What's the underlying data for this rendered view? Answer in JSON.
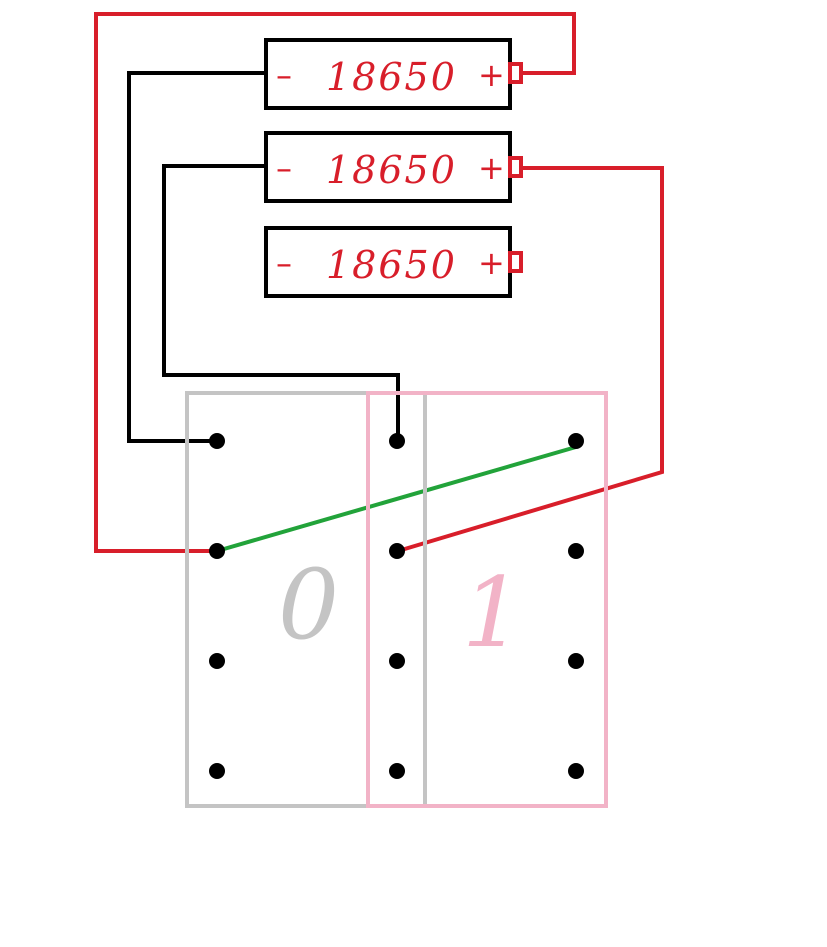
{
  "colors": {
    "battery_outline": "#000000",
    "battery_text": "#d81e2a",
    "terminal": "#d81e2a",
    "red_wire": "#d81e2a",
    "black_wire": "#000000",
    "green_wire": "#22a33a",
    "switch_left_outline": "#c4c4c4",
    "switch_right_outline": "#f2b3c7",
    "label_0": "#c4c4c4",
    "label_1": "#f2b3c7",
    "pin": "#000000"
  },
  "batteries": [
    {
      "label": "18650",
      "minus": "–",
      "plus": "+"
    },
    {
      "label": "18650",
      "minus": "–",
      "plus": "+"
    },
    {
      "label": "18650",
      "minus": "–",
      "plus": "+"
    }
  ],
  "switch": {
    "position_0_label": "0",
    "position_1_label": "1"
  }
}
